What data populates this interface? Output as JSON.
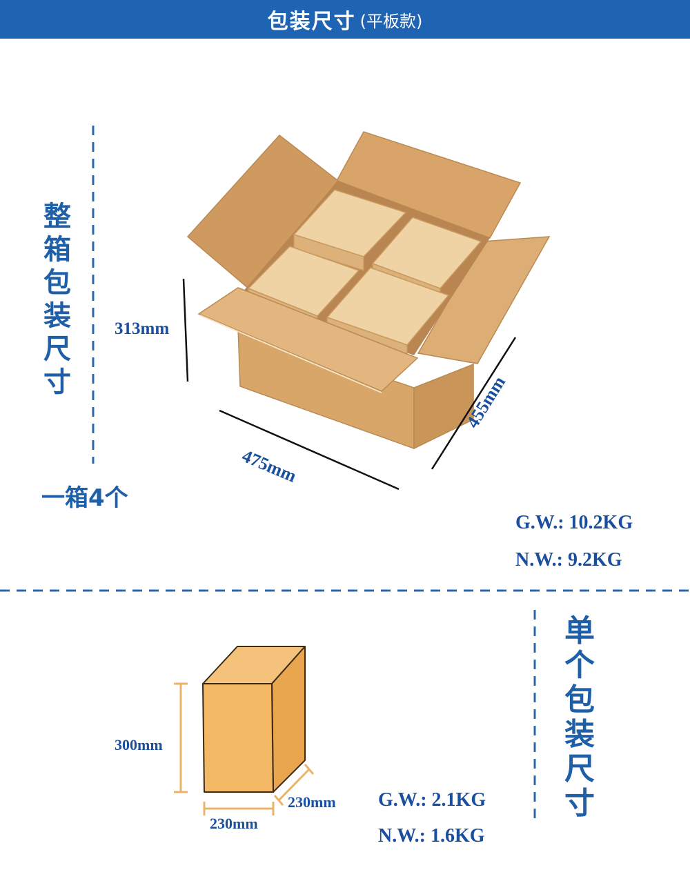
{
  "header": {
    "title": "包装尺寸",
    "subtitle": "(平板款)"
  },
  "carton": {
    "label_chars": [
      "整",
      "箱",
      "包",
      "装",
      "尺",
      "寸"
    ],
    "count_label": "一箱4个",
    "height": "313mm",
    "length": "475mm",
    "width": "455mm",
    "gross_weight": "G.W.: 10.2KG",
    "net_weight": "N.W.: 9.2KG"
  },
  "single": {
    "label_chars": [
      "单",
      "个",
      "包",
      "装",
      "尺",
      "寸"
    ],
    "height": "300mm",
    "length": "230mm",
    "width": "230mm",
    "gross_weight": "G.W.: 2.1KG",
    "net_weight": "N.W.: 1.6KG"
  },
  "colors": {
    "header_bg": "#1f63b3",
    "accent_text": "#1a4f9e",
    "cardboard": "#e2b57e",
    "single_box": "#f2b866"
  }
}
